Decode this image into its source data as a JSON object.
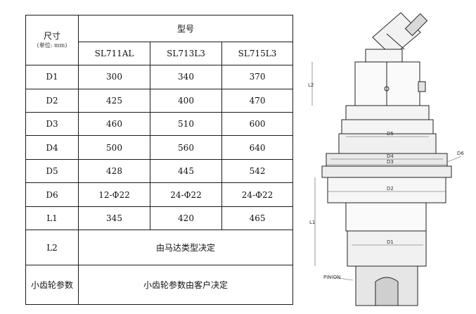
{
  "table": {
    "corner_title": "尺寸",
    "corner_unit": "(单位: mm)",
    "group_header": "型号",
    "models": [
      "SL711AL",
      "SL713L3",
      "SL715L3"
    ],
    "rows": [
      {
        "label": "D1",
        "values": [
          "300",
          "340",
          "370"
        ]
      },
      {
        "label": "D2",
        "values": [
          "425",
          "400",
          "470"
        ]
      },
      {
        "label": "D3",
        "values": [
          "460",
          "510",
          "600"
        ]
      },
      {
        "label": "D4",
        "values": [
          "500",
          "560",
          "640"
        ]
      },
      {
        "label": "D5",
        "values": [
          "428",
          "445",
          "542"
        ]
      },
      {
        "label": "D6",
        "values": [
          "12-Φ22",
          "24-Φ22",
          "24-Φ22"
        ]
      },
      {
        "label": "L1",
        "values": [
          "345",
          "420",
          "465"
        ]
      }
    ],
    "l2_label": "L2",
    "l2_value": "由马达类型决定",
    "pinion_label": "小齿轮参数",
    "pinion_value": "小齿轮参数由客户决定"
  },
  "drawing": {
    "labels": {
      "l1": "L1",
      "l2": "L2",
      "d1": "D1",
      "d2": "D2",
      "d3": "D3",
      "d4": "D4",
      "d5": "D5",
      "d6": "D6",
      "pinion": "PINION"
    }
  }
}
